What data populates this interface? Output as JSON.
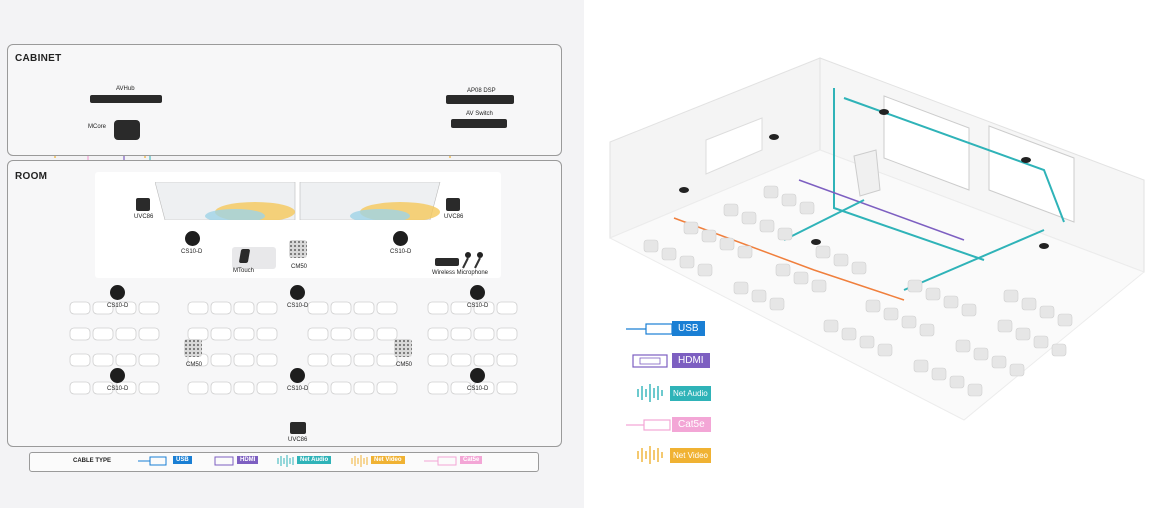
{
  "cabinet": {
    "title": "CABINET"
  },
  "room": {
    "title": "ROOM"
  },
  "devices": {
    "avhub": "AVHub",
    "mcore": "MCore",
    "ap08": "AP08 DSP",
    "avswitch": "AV Switch",
    "uvc86_left": "UVC86",
    "uvc86_right": "UVC86",
    "uvc86_bottom": "UVC86",
    "cs10d_1": "CS10-D",
    "cs10d_2": "CS10-D",
    "cs10d_3": "CS10-D",
    "cs10d_4": "CS10-D",
    "cs10d_5": "CS10-D",
    "cs10d_6": "CS10-D",
    "cs10d_7": "CS10-D",
    "cs10d_8": "CS10-D",
    "mtouch": "MTouch",
    "cm50_1": "CM50",
    "cm50_2": "CM50",
    "cm50_3": "CM50",
    "wireless": "Wireless Microphone"
  },
  "legend_small": {
    "title": "CABLE TYPE",
    "usb": "USB",
    "hdmi": "HDMI",
    "netaudio": "Net Audio",
    "netvideo": "Net Video",
    "cat5e": "Cat5e"
  },
  "legend_big": {
    "usb": "USB",
    "hdmi": "HDMI",
    "netaudio": "Net Audio",
    "cat5e": "Cat5e",
    "netvideo": "Net Video"
  },
  "colors": {
    "usb": "#1a7fd4",
    "hdmi": "#7d5fc1",
    "netaudio": "#2fb3b8",
    "cat5e": "#f3a6d6",
    "netvideo": "#f0b233"
  }
}
